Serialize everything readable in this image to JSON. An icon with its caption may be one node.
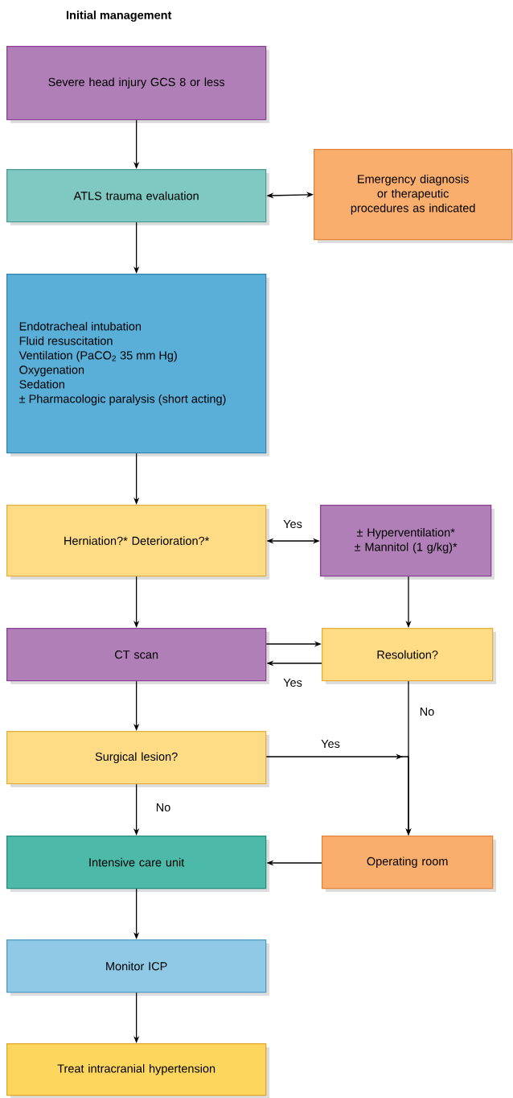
{
  "diagram": {
    "title": "Initial management",
    "nodes": [
      {
        "text": [
          "Severe head injury GCS 8 or less"
        ]
      },
      {
        "text": [
          "ATLS trauma evaluation"
        ]
      },
      {
        "text": [
          "Emergency diagnosis or therapeutic procedures as indicated"
        ]
      },
      {
        "text": [
          "Endotracheal intubation",
          "Fluid resuscitation",
          "Ventilation (PaCO$_{2}$ 35 mm Hg)",
          "Oxygenation",
          "Sedation",
          "± Pharmacologic paralysis (short acting)"
        ]
      },
      {
        "text": [
          "Herniation?* Deterioration?*"
        ]
      },
      {
        "text": [
          "± Hyperventilation*",
          "± Mannitol (1 g/kg)*"
        ]
      },
      {
        "text": [
          "CT scan"
        ]
      },
      {
        "text": [
          "Resolution?"
        ]
      },
      {
        "text": [
          "Surgical lesion?"
        ]
      },
      {
        "text": [
          "Intensive care unit"
        ]
      },
      {
        "text": [
          "Operating room"
        ]
      },
      {
        "text": [
          "Monitor ICP"
        ]
      },
      {
        "text": [
          "Treat intracranial hypertension"
        ]
      }
    ],
    "edges": [
      {
        "from": 0,
        "to": 1,
        "arrow": "to"
      },
      {
        "from": 1,
        "to": 2,
        "arrow": "both"
      },
      {
        "from": 1,
        "to": 3,
        "arrow": "to"
      },
      {
        "from": 3,
        "to": 4,
        "arrow": "to"
      },
      {
        "from": 4,
        "to": 5,
        "arrow": "both",
        "label": "Yes"
      },
      {
        "from": 4,
        "to": 6,
        "arrow": "to"
      },
      {
        "from": 5,
        "to": 7,
        "arrow": "to"
      },
      {
        "from": 6,
        "to": 7,
        "arrow": "to"
      },
      {
        "from": 7,
        "to": 6,
        "arrow": "to",
        "label": "Yes"
      },
      {
        "from": 6,
        "to": 8,
        "arrow": "to"
      },
      {
        "from": 8,
        "to": 10,
        "arrow": "to",
        "label": "Yes"
      },
      {
        "from": 7,
        "to": 10,
        "arrow": "to",
        "label": "No"
      },
      {
        "from": 8,
        "to": 9,
        "arrow": "to",
        "label": "No"
      },
      {
        "from": 10,
        "to": 9,
        "arrow": "to"
      },
      {
        "from": 9,
        "to": 11,
        "arrow": "to"
      },
      {
        "from": 11,
        "to": 12,
        "arrow": "to"
      }
    ]
  }
}
